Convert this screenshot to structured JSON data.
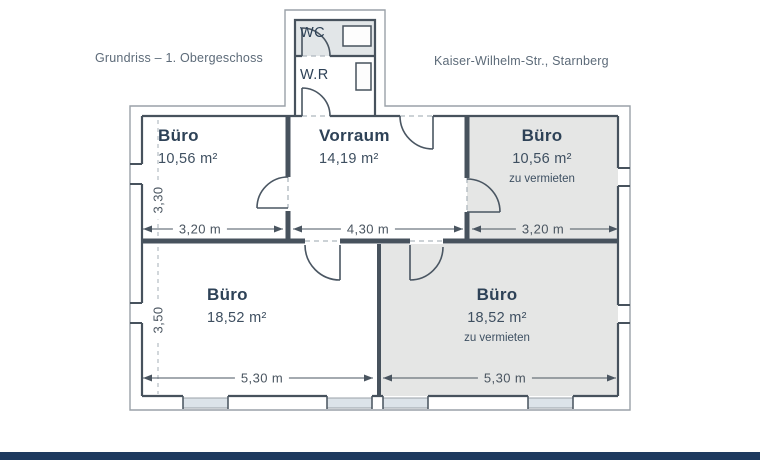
{
  "page": {
    "title": "Grundriss – 1. Obergeschoss",
    "address": "Kaiser-Wilhelm-Str., Starnberg"
  },
  "rooms": {
    "wc": {
      "name": "WC"
    },
    "wr": {
      "name": "W.R"
    },
    "office_top_left": {
      "name": "Büro",
      "area": "10,56 m²"
    },
    "vestibule": {
      "name": "Vorraum",
      "area": "14,19 m²"
    },
    "office_top_right": {
      "name": "Büro",
      "area": "10,56 m²",
      "status": "zu vermieten"
    },
    "office_bottom_left": {
      "name": "Büro",
      "area": "18,52 m²"
    },
    "office_bottom_right": {
      "name": "Büro",
      "area": "18,52 m²",
      "status": "zu vermieten"
    }
  },
  "dimensions": {
    "office_top_left_width": "3,20 m",
    "vestibule_width": "4,30 m",
    "office_top_right_width": "3,20 m",
    "office_bottom_left_width": "5,30 m",
    "office_bottom_right_width": "5,30 m",
    "office_top_left_depth": "3,30",
    "office_bottom_left_depth": "3,50"
  },
  "colors": {
    "wall": "#47525d",
    "outer_line": "#9aa1a8",
    "room_highlight_fill": "#e5e6e5",
    "wc_fill": "#e2e6e8",
    "window_fill": "#dce3e9",
    "label_text": "#2e4257",
    "dimension_text": "#4a5560",
    "header_text": "#5d6b79",
    "footer_bar": "#1e3a5f"
  }
}
